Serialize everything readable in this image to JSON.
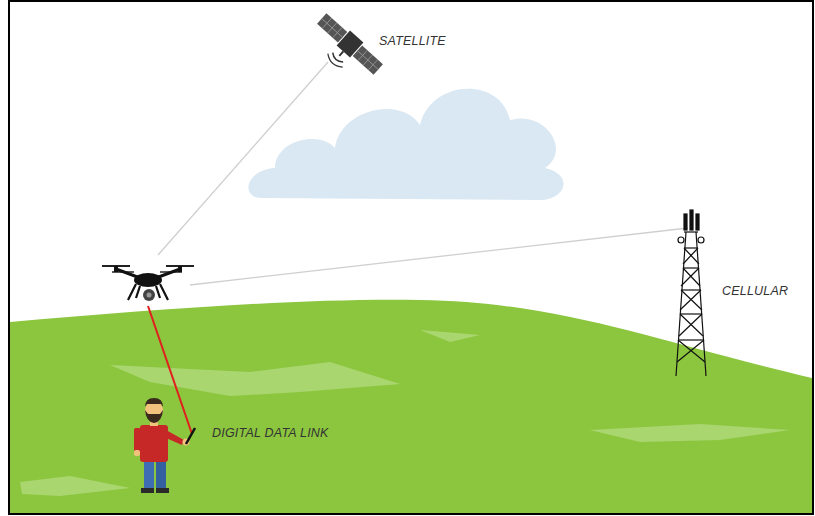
{
  "diagram": {
    "labels": [
      "SATELLITE",
      "CELLULAR",
      "DIGITAL DATA LINK"
    ]
  }
}
